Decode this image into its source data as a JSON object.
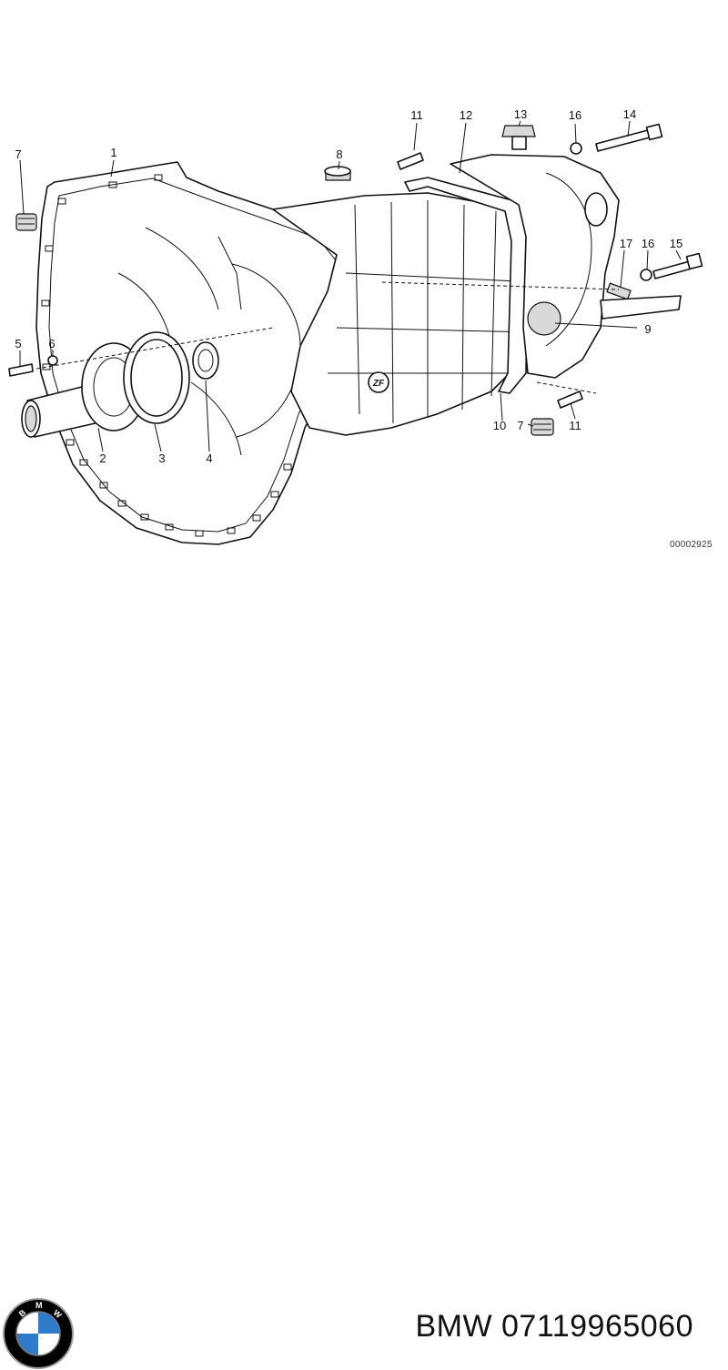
{
  "diagram": {
    "callouts": [
      {
        "id": "c1",
        "text": "1"
      },
      {
        "id": "c2",
        "text": "2"
      },
      {
        "id": "c3",
        "text": "3"
      },
      {
        "id": "c4",
        "text": "4"
      },
      {
        "id": "c5",
        "text": "5"
      },
      {
        "id": "c6",
        "text": "6"
      },
      {
        "id": "c7a",
        "text": "7"
      },
      {
        "id": "c7b",
        "text": "7"
      },
      {
        "id": "c8",
        "text": "8"
      },
      {
        "id": "c9",
        "text": "9"
      },
      {
        "id": "c10",
        "text": "10"
      },
      {
        "id": "c11a",
        "text": "11"
      },
      {
        "id": "c11b",
        "text": "11"
      },
      {
        "id": "c12",
        "text": "12"
      },
      {
        "id": "c13",
        "text": "13"
      },
      {
        "id": "c14",
        "text": "14"
      },
      {
        "id": "c15",
        "text": "15"
      },
      {
        "id": "c16a",
        "text": "16"
      },
      {
        "id": "c16b",
        "text": "16"
      },
      {
        "id": "c17",
        "text": "17"
      }
    ],
    "housing_mark": "ZF",
    "diagram_number": "00002925"
  },
  "footer": {
    "logo_letters": "BMW",
    "brand": "BMW",
    "part_number": "07119965060",
    "colors": {
      "logo_blue": "#2e7cc9",
      "logo_ring": "#000000",
      "logo_white": "#ffffff"
    }
  }
}
